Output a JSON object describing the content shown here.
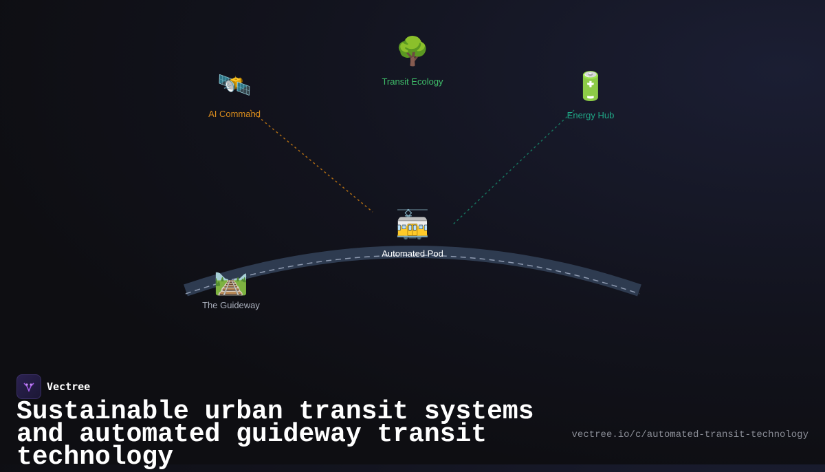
{
  "nodes": {
    "ai_command": {
      "icon": "satellite-icon",
      "emoji": "🛰️",
      "label": "AI Command",
      "color": "#d68a1d"
    },
    "transit_ecology": {
      "icon": "tree-icon",
      "emoji": "🌳",
      "label": "Transit Ecology",
      "color": "#3fbf6a"
    },
    "energy_hub": {
      "icon": "battery-icon",
      "emoji": "🔋",
      "label": "Energy Hub",
      "color": "#20a887"
    },
    "automated_pod": {
      "icon": "tram-icon",
      "emoji": "🚋",
      "label": "Automated Pod",
      "color": "#ffffff"
    },
    "guideway": {
      "icon": "railway-track-icon",
      "emoji": "🛤️",
      "label": "The Guideway",
      "color": "#aab0bd"
    }
  },
  "brand": {
    "name": "Vectree",
    "logo": "vectree-logo-icon"
  },
  "headline": "Sustainable urban transit systems and automated guideway transit technology",
  "url": "vectree.io/c/automated-transit-technology"
}
